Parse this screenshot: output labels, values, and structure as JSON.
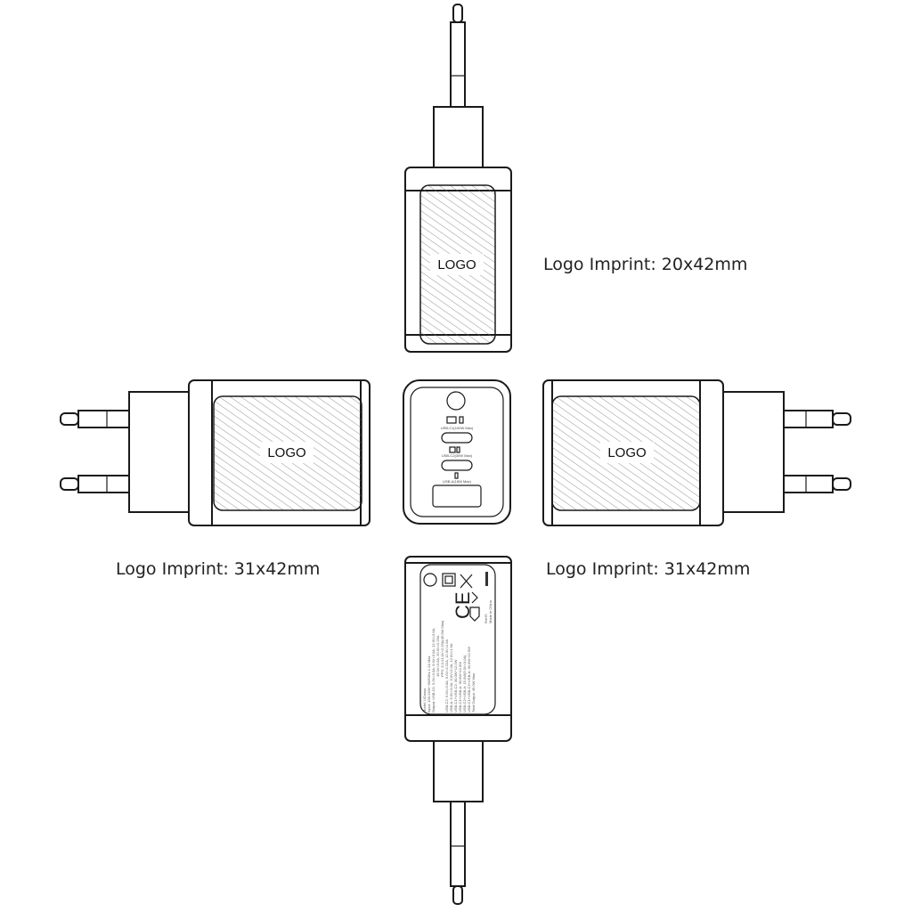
{
  "top_view": {
    "logo": "LOGO",
    "caption": "Logo Imprint: 20x42mm"
  },
  "left_view": {
    "logo": "LOGO",
    "caption": "Logo Imprint: 31x42mm"
  },
  "right_view": {
    "logo": "LOGO",
    "caption": "Logo Imprint: 31x42mm"
  },
  "front_view": {
    "ports": [
      {
        "label": "USB-C1(100W Max)"
      },
      {
        "label": "USB-C2(30W Max)"
      },
      {
        "label": "USB-A(18W Max)"
      }
    ]
  },
  "bottom_view": {
    "label_lines": [
      "Model: UGxxxx",
      "Input: 100-240V~50/60Hz 1.2A Max",
      "Output: USB-C1: 5.0V=3.0A, 9.0V=3.0A, 12.0V=3.0A,",
      "15.0V=3.0A, 20.0V=2.25A",
      "PPS: 3.3-21.0V=2.25A(45.0W Max)",
      "USB-C2: 5.0V=3.0A, 9.0V=2.22A, 12.0V=1.5A",
      "USB-A: 5.0V=3.0A, 9.0V=2.0A, 12.0V=1.5A",
      "USB-C1+USB-C2: 30.0W+12.0W",
      "USB-C1+USB-A: 30.0W+12.0W",
      "USB-C2+USB-A: 15.0W(5.0V=3.0A)",
      "USB-C1+USB-C2+USB-A: 30.0W+12.0W",
      "Total Output: 45.0W Max"
    ],
    "marks": [
      "RoHS",
      "Made in China"
    ]
  },
  "colors": {
    "line": "#1a1a1a",
    "background": "#ffffff",
    "text": "#222222"
  }
}
